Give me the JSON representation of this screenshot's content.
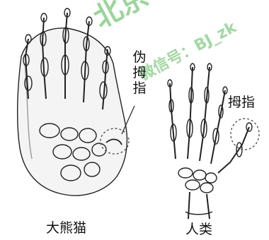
{
  "labels": {
    "panda": "大熊猫",
    "human": "人类",
    "pseudo_thumb": "伪拇指",
    "thumb": "拇指"
  },
  "watermark": {
    "line1": "北京中考在线",
    "line2": "微信号：BJ_zk"
  },
  "colors": {
    "watermark_green": "#48b248",
    "line": "#222222",
    "dashed": "#555555"
  }
}
